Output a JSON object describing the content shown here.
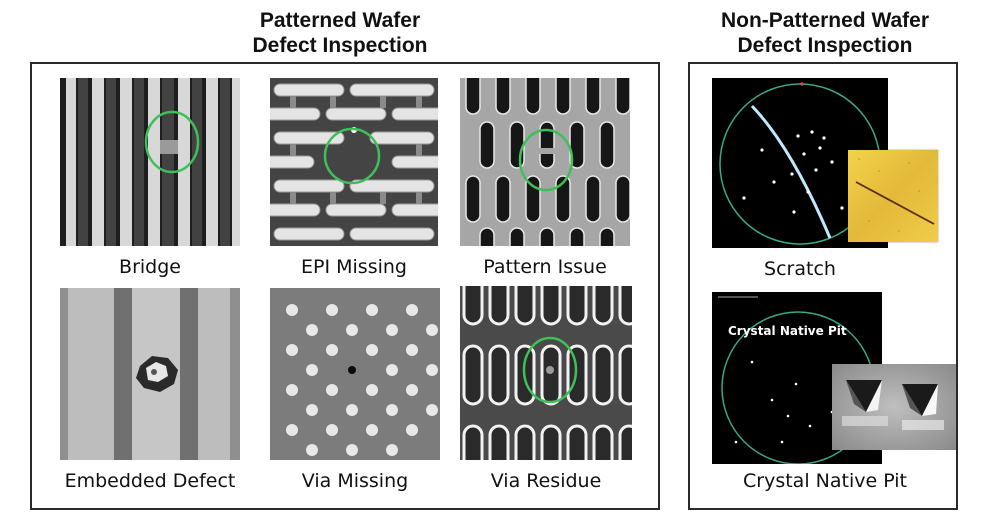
{
  "titles": {
    "patterned": [
      "Patterned Wafer",
      "Defect Inspection"
    ],
    "non_patterned": [
      "Non-Patterned Wafer",
      "Defect Inspection"
    ]
  },
  "patterned": {
    "bridge": "Bridge",
    "epi_missing": "EPI Missing",
    "pattern_issue": "Pattern Issue",
    "embedded_defect": "Embedded Defect",
    "via_missing": "Via Missing",
    "via_residue": "Via Residue"
  },
  "non_patterned": {
    "scratch": "Scratch",
    "crystal_native_pit": "Crystal Native Pit",
    "crystal_overlay": "Crystal Native Pit"
  },
  "colors": {
    "highlight_circle": "#3fbf5a",
    "wafer_ring": "#3aa68a",
    "panel_border": "#2a2a2a"
  }
}
